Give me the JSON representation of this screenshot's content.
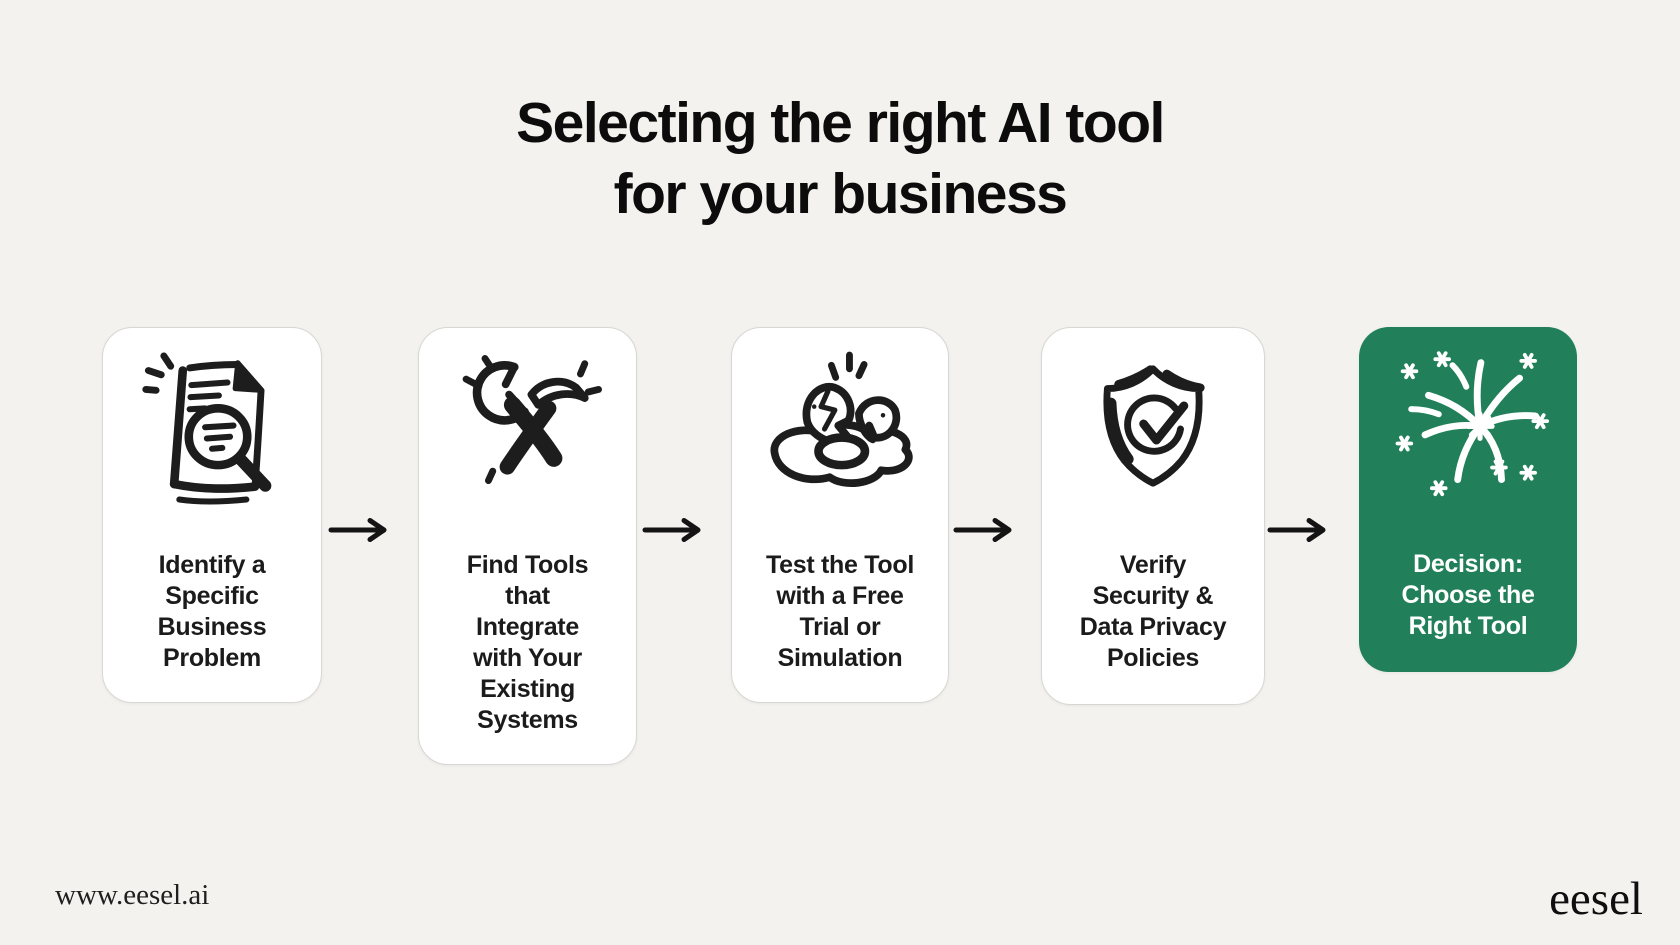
{
  "title": {
    "text": "Selecting the right AI tool\nfor your business"
  },
  "flow": {
    "steps": [
      {
        "id": "identify-problem",
        "label": "Identify a\nSpecific\nBusiness\nProblem",
        "icon": "document-search-icon",
        "variant": "white"
      },
      {
        "id": "find-tools",
        "label": "Find Tools\nthat\nIntegrate\nwith Your\nExisting\nSystems",
        "icon": "wrench-hammer-icon",
        "variant": "white"
      },
      {
        "id": "test-tool",
        "label": "Test the Tool\nwith a Free\nTrial or\nSimulation",
        "icon": "cracked-egg-icon",
        "variant": "white"
      },
      {
        "id": "verify-security",
        "label": "Verify\nSecurity &\nData Privacy\nPolicies",
        "icon": "shield-check-icon",
        "variant": "white"
      },
      {
        "id": "decision",
        "label": "Decision:\nChoose the\nRight Tool",
        "icon": "fireworks-icon",
        "variant": "green"
      }
    ],
    "arrow_count": 4
  },
  "footer": {
    "website": "www.eesel.ai",
    "brand": "eesel"
  },
  "colors": {
    "background": "#f3f2ef",
    "card_white": "#ffffff",
    "card_green": "#21805a",
    "ink": "#1b1b1b",
    "card_border": "#d8d7d3"
  }
}
